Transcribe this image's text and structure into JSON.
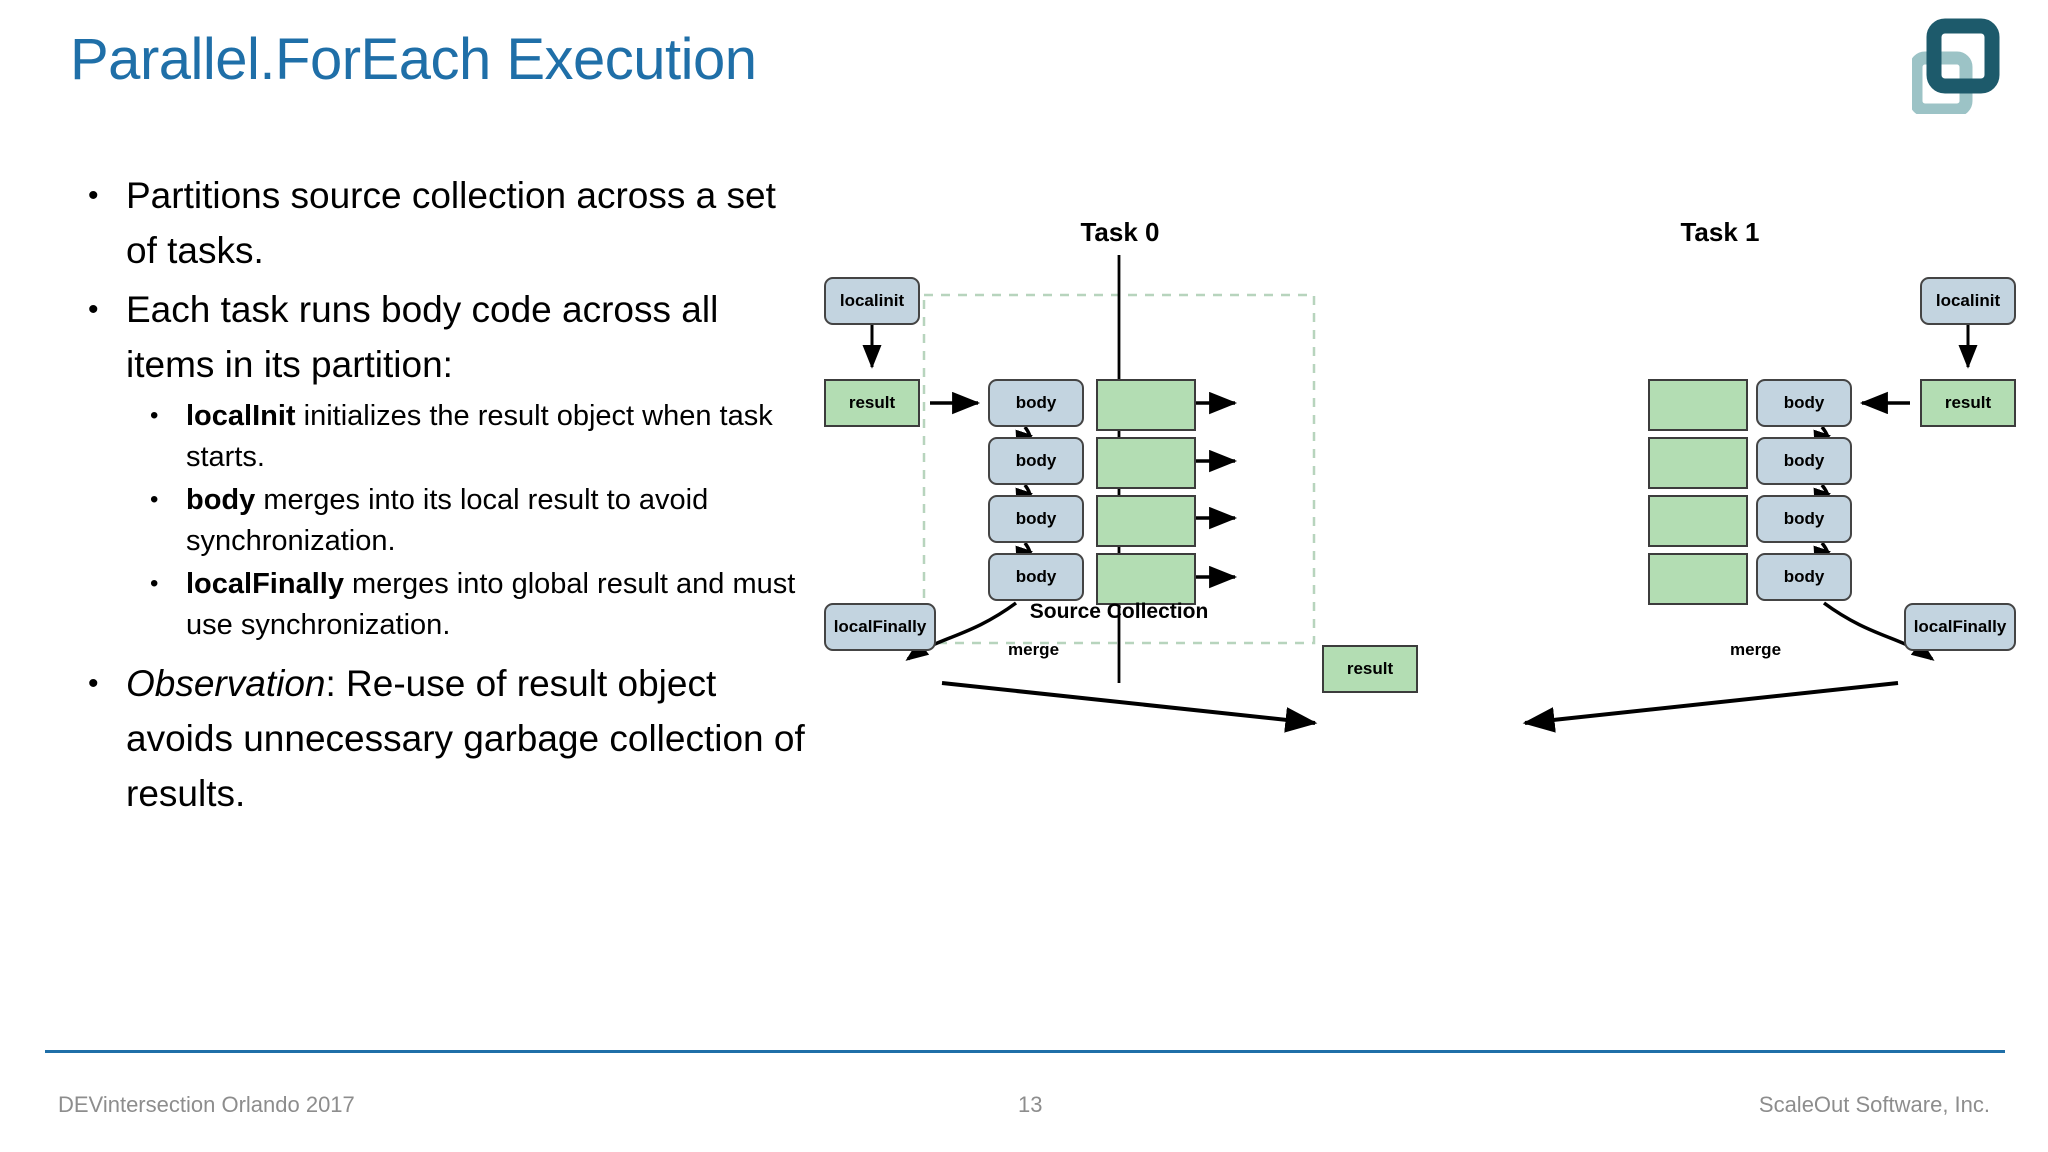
{
  "slide": {
    "title": "Parallel.ForEach Execution",
    "logo_icon": "interlocking-squares-logo",
    "logo_colors": {
      "dark": "#1d5a6b",
      "light": "#9cc3c6"
    },
    "accent_color": "#1f6fa8"
  },
  "bullets": [
    {
      "level": 1,
      "text": "Partitions source collection across a set of tasks."
    },
    {
      "level": 1,
      "text": "Each task runs body code across all items in its partition:"
    },
    {
      "level": 2,
      "bold": "localInit",
      "text": " initializes the result object when task starts."
    },
    {
      "level": 2,
      "bold": "body",
      "text": " merges into its local result to avoid synchronization."
    },
    {
      "level": 2,
      "bold": "localFinally",
      "text": " merges into global result and must use synchronization."
    },
    {
      "level": 1,
      "italic": "Observation",
      "text": ": Re-use of result object avoids unnecessary garbage collection of results."
    }
  ],
  "diagram": {
    "task0_label": "Task 0",
    "task1_label": "Task 1",
    "source_collection_label": "Source Collection",
    "localinit_label": "localinit",
    "result_label": "result",
    "body_label": "body",
    "localfinally_label": "localFinally",
    "merge_label": "merge",
    "global_result_label": "result",
    "body_count_per_task": 4,
    "item_count_per_task": 4,
    "colors": {
      "blue_box": "#c3d4e0",
      "green_box": "#b3ddb3",
      "box_border": "#3c3c3c",
      "dashed_border": "#b7d4bd",
      "divider": "#000000"
    }
  },
  "footer": {
    "left": "DEVintersection Orlando 2017",
    "page": "13",
    "right": "ScaleOut Software, Inc."
  }
}
